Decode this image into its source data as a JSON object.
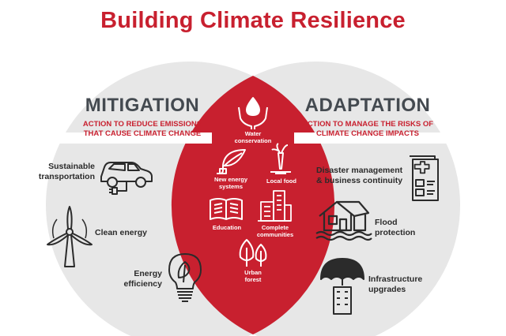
{
  "title": "Building Climate Resilience",
  "mitigation": {
    "heading": "MITIGATION",
    "subtitle_line1": "ACTION TO REDUCE EMISSIONS",
    "subtitle_line2": "THAT CAUSE CLIMATE CHANGE",
    "items": [
      {
        "line1": "Sustainable",
        "line2": "transportation",
        "icon": "car-icon"
      },
      {
        "line1": "Clean energy",
        "line2": "",
        "icon": "wind-turbine-icon"
      },
      {
        "line1": "Energy",
        "line2": "efficiency",
        "icon": "lightbulb-icon"
      }
    ]
  },
  "adaptation": {
    "heading": "ADAPTATION",
    "subtitle_line1": "ACTION TO MANAGE THE RISKS OF",
    "subtitle_line2": "CLIMATE CHANGE IMPACTS",
    "items": [
      {
        "line1": "Disaster management",
        "line2": "& business continuity",
        "icon": "document-icon"
      },
      {
        "line1": "Flood",
        "line2": "protection",
        "icon": "flooded-house-icon"
      },
      {
        "line1": "Infrastructure",
        "line2": "upgrades",
        "icon": "umbrella-building-icon"
      }
    ]
  },
  "overlap": {
    "water": {
      "line1": "Water",
      "line2": "conservation",
      "icon": "water-hands-icon"
    },
    "energy": {
      "line1": "New energy",
      "line2": "systems",
      "icon": "leaf-plug-icon"
    },
    "food": {
      "line1": "Local food",
      "icon": "carrot-icon"
    },
    "education": {
      "line1": "Education",
      "icon": "book-icon"
    },
    "communities": {
      "line1": "Complete",
      "line2": "communities",
      "icon": "city-icon"
    },
    "forest": {
      "line1": "Urban",
      "line2": "forest",
      "icon": "trees-icon"
    }
  },
  "colors": {
    "accent": "#c8202f",
    "circle": "#e7e7e7",
    "text": "#444a50"
  }
}
